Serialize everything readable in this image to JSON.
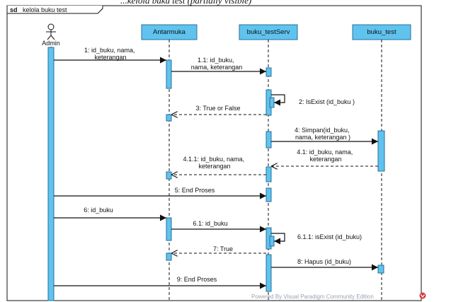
{
  "caption": "...kelola buku test (partially visible)",
  "frame": {
    "keyword": "sd",
    "name": "kelola buku test"
  },
  "actor": {
    "name": "Admin"
  },
  "lifelines": [
    {
      "id": "antarmuka",
      "name": "Antarmuka"
    },
    {
      "id": "serv",
      "name": "buku_testServ"
    },
    {
      "id": "buku",
      "name": "buku_test"
    }
  ],
  "messages": [
    {
      "id": "m1",
      "lines": [
        "1: id_buku, nama,",
        "keterangan"
      ]
    },
    {
      "id": "m1_1",
      "lines": [
        "1.1: id_buku,",
        "nama, keterangan"
      ]
    },
    {
      "id": "m2",
      "lines": [
        "2: IsExist (id_buku  )"
      ]
    },
    {
      "id": "m3",
      "lines": [
        "3: True or False"
      ]
    },
    {
      "id": "m4",
      "lines": [
        "4: Simpan(id_buku,",
        "nama, keterangan  )"
      ]
    },
    {
      "id": "m4_1",
      "lines": [
        "4.1: id_buku, nama,",
        "keterangan"
      ]
    },
    {
      "id": "m4_1_1",
      "lines": [
        "4.1.1: id_buku, nama,",
        "keterangan"
      ]
    },
    {
      "id": "m5",
      "lines": [
        "5: End Proses"
      ]
    },
    {
      "id": "m6",
      "lines": [
        "6: id_buku"
      ]
    },
    {
      "id": "m6_1",
      "lines": [
        "6.1: id_buku"
      ]
    },
    {
      "id": "m6_1_1",
      "lines": [
        "6.1.1: isExist (id_buku)"
      ]
    },
    {
      "id": "m7",
      "lines": [
        "7: True"
      ]
    },
    {
      "id": "m8",
      "lines": [
        "8: Hapus (id_buku)"
      ]
    },
    {
      "id": "m9",
      "lines": [
        "9: End Proses"
      ]
    }
  ],
  "watermark": "Powered By  Visual Paradigm Community Edition",
  "colors": {
    "lifeline_fill": "#5fc3ee",
    "lifeline_stroke": "#2a6f9a",
    "activation_fill": "#5fc3ee",
    "line": "#111111",
    "watermark_logo": "#d63b3b"
  }
}
